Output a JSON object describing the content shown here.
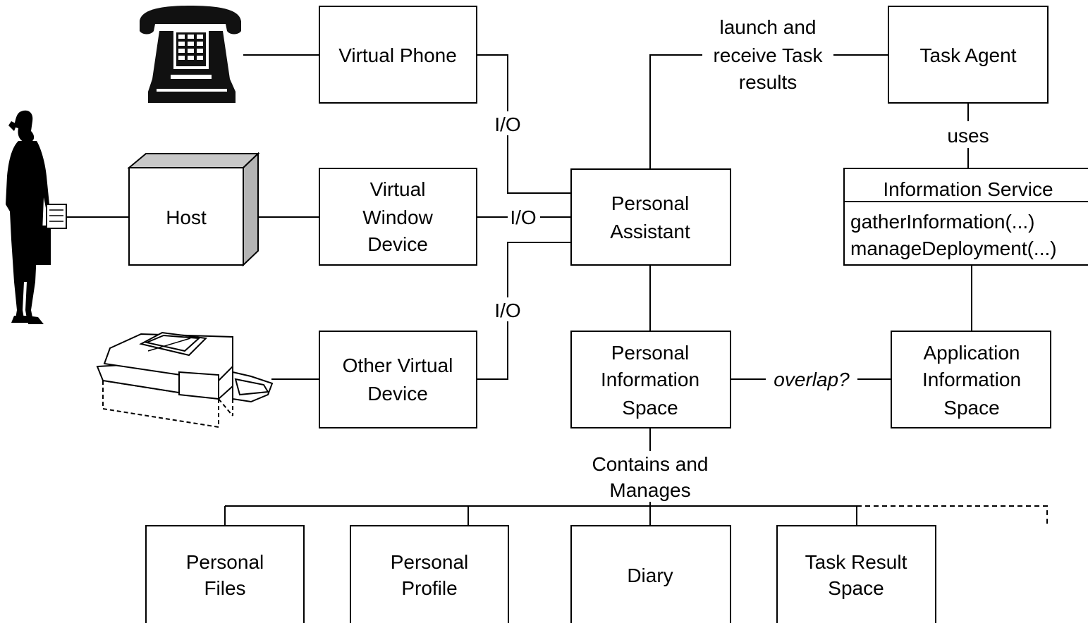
{
  "nodes": {
    "virtual_phone": [
      "Virtual Phone"
    ],
    "host": [
      "Host"
    ],
    "virtual_window_device": [
      "Virtual",
      "Window",
      "Device"
    ],
    "other_virtual_device": [
      "Other Virtual",
      "Device"
    ],
    "personal_assistant": [
      "Personal",
      "Assistant"
    ],
    "task_agent": [
      "Task Agent"
    ],
    "personal_information_space": [
      "Personal",
      "Information",
      "Space"
    ],
    "application_information_space": [
      "Application",
      "Information",
      "Space"
    ],
    "personal_files": [
      "Personal",
      "Files"
    ],
    "personal_profile": [
      "Personal",
      "Profile"
    ],
    "diary": [
      "Diary"
    ],
    "task_result_space": [
      "Task Result",
      "Space"
    ]
  },
  "information_service": {
    "title": "Information Service",
    "methods": [
      "gatherInformation(...)",
      "manageDeployment(...)"
    ]
  },
  "edge_labels": {
    "io_top": "I/O",
    "io_middle": "I/O",
    "io_bottom": "I/O",
    "launch": [
      "launch and",
      "receive Task",
      "results"
    ],
    "uses": "uses",
    "overlap": "overlap?",
    "contains": [
      "Contains and",
      "Manages"
    ]
  },
  "icons": {
    "phone": "telephone-icon",
    "person": "person-silhouette-icon",
    "printer": "printer-device-icon"
  }
}
